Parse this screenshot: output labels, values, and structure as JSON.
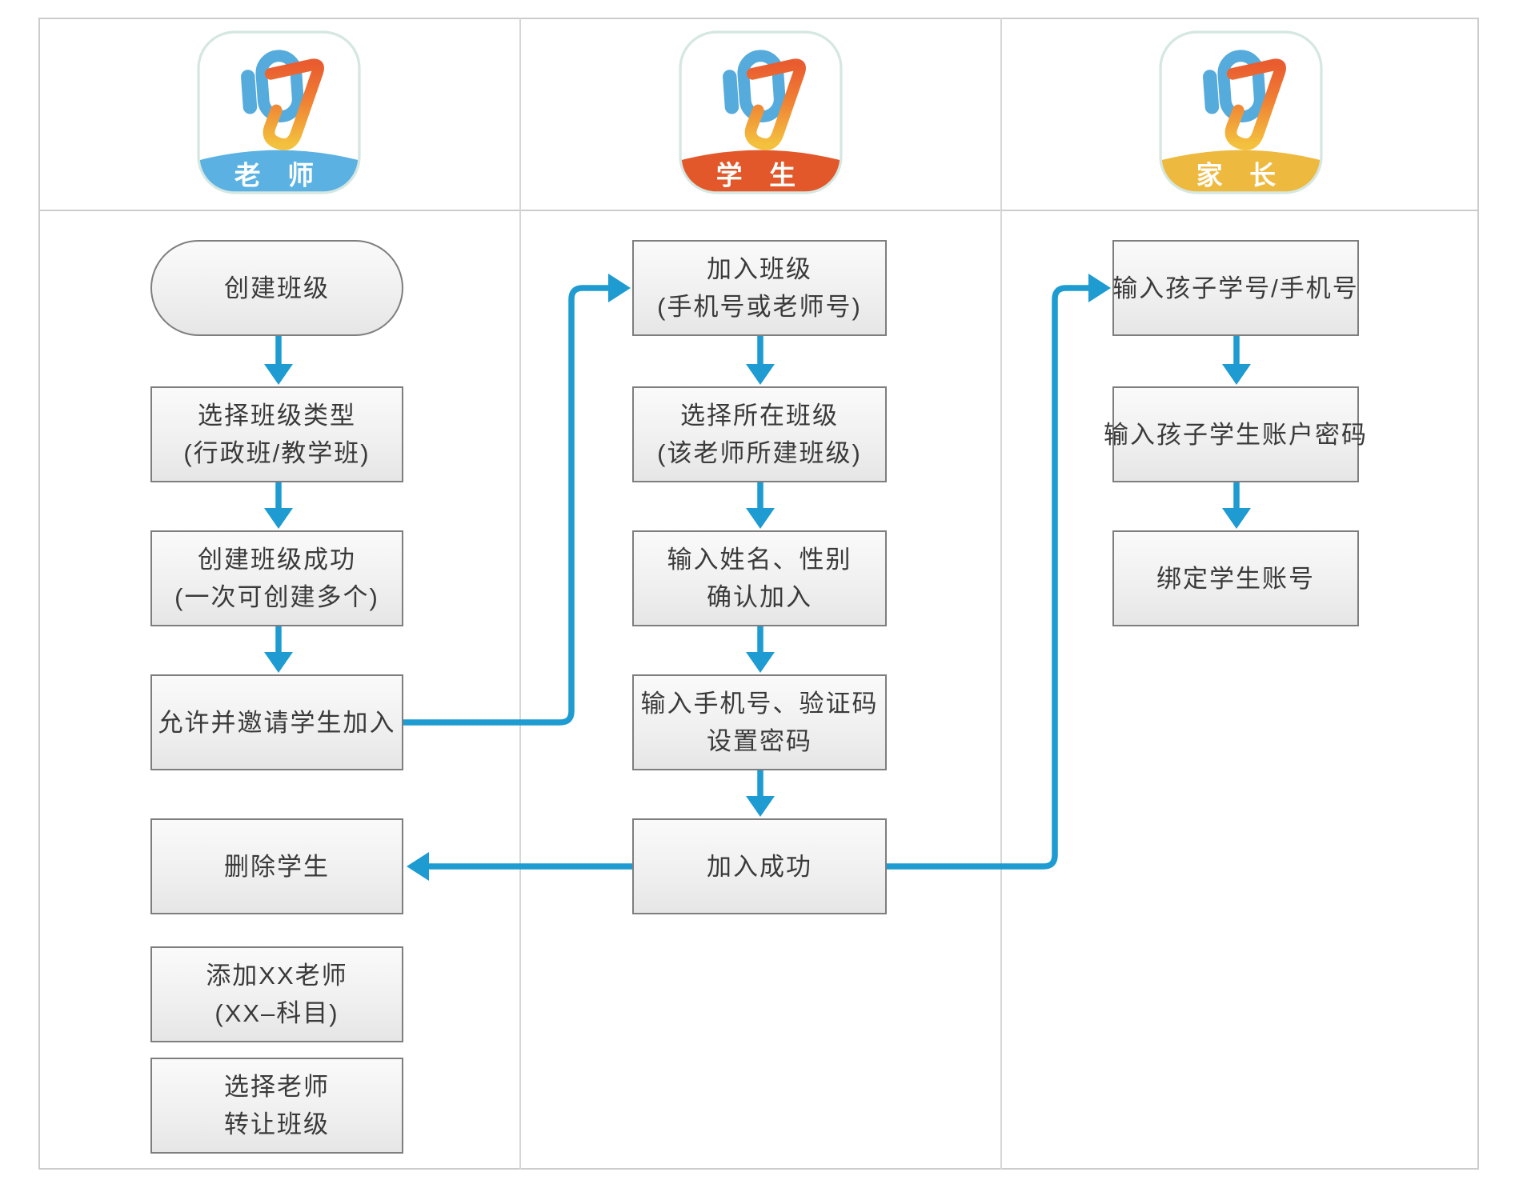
{
  "page": {
    "background": "#ffffff"
  },
  "colors": {
    "arrow_blue": "#1e9bd1",
    "box_border": "#7e7e7e",
    "box_fill_top": "#fafafa",
    "box_fill_bottom": "#e6e6e6",
    "grid_line": "#cccccc",
    "logo_blue": "#56abdd",
    "logo_orange": "#e95c30",
    "logo_yellow": "#f3c13d"
  },
  "teacher": {
    "icon_label": "老 师",
    "icon_color": "#5bb2e2",
    "boxes": {
      "create": {
        "l1": "创建班级"
      },
      "type": {
        "l1": "选择班级类型",
        "l2": "(行政班/教学班)"
      },
      "success": {
        "l1": "创建班级成功",
        "l2": "(一次可创建多个)"
      },
      "invite": {
        "l1": "允许并邀请学生加入"
      },
      "remove": {
        "l1": "删除学生"
      },
      "add_teacher": {
        "l1": "添加XX老师",
        "l2": "(XX–科目)"
      },
      "transfer": {
        "l1": "选择老师",
        "l2": "转让班级"
      }
    }
  },
  "student": {
    "icon_label": "学 生",
    "icon_color": "#e2582b",
    "boxes": {
      "join": {
        "l1": "加入班级",
        "l2": "(手机号或老师号)"
      },
      "select_class": {
        "l1": "选择所在班级",
        "l2": "(该老师所建班级)"
      },
      "name_gender": {
        "l1": "输入姓名、性别",
        "l2": "确认加入"
      },
      "phone_code": {
        "l1": "输入手机号、验证码",
        "l2": "设置密码"
      },
      "joined": {
        "l1": "加入成功"
      }
    }
  },
  "parent": {
    "icon_label": "家 长",
    "icon_color": "#eeb93f",
    "boxes": {
      "enter_id": {
        "l1": "输入孩子学号/手机号"
      },
      "enter_pwd": {
        "l1": "输入孩子学生账户密码"
      },
      "bind": {
        "l1": "绑定学生账号"
      }
    }
  }
}
